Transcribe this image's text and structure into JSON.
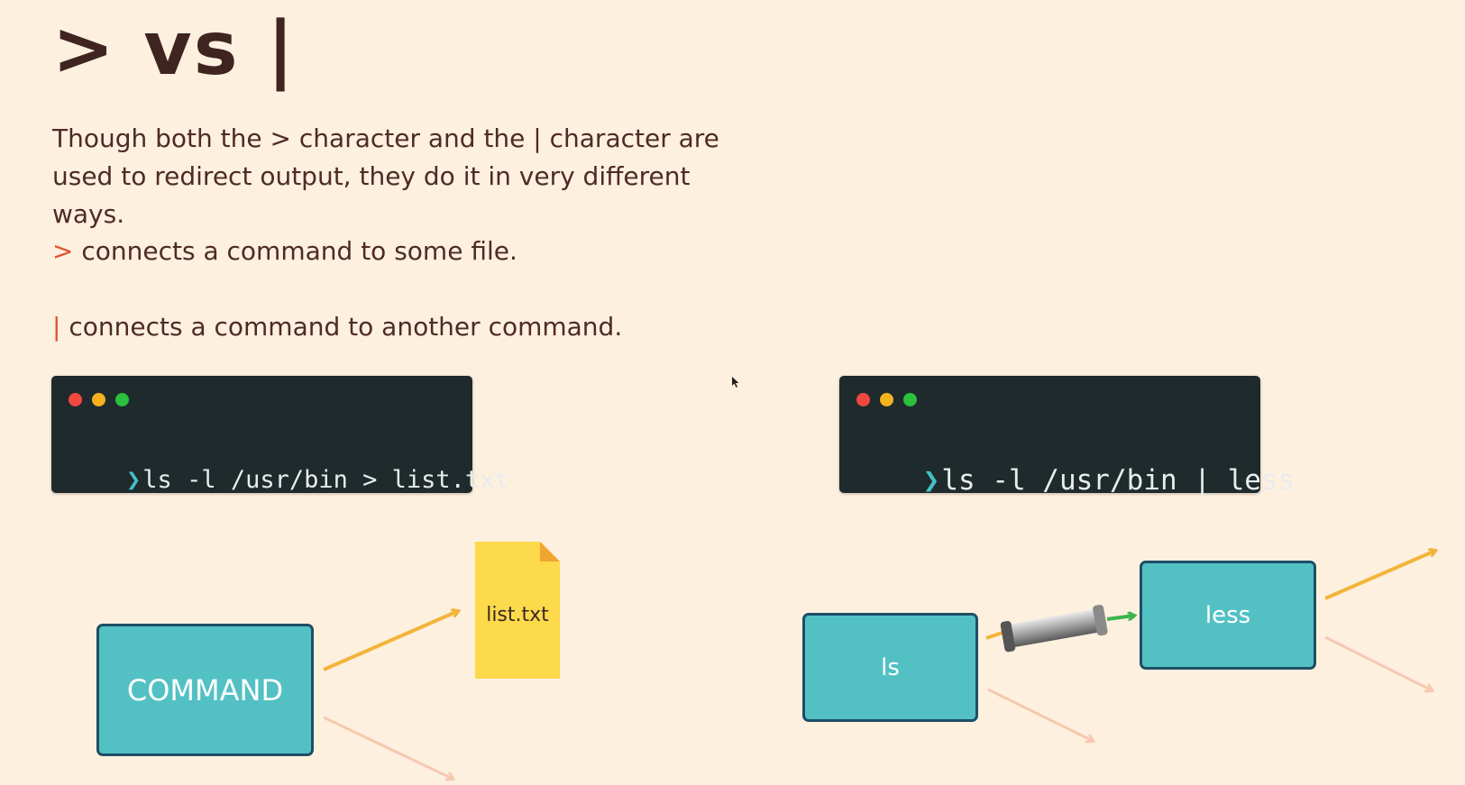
{
  "slide": {
    "title": "> vs |",
    "intro": "Though both the > character and the | character are used to redirect output, they do it in very different ways.",
    "gt_line": {
      "symbol": ">",
      "text": " connects a command to some file."
    },
    "pipe_line": {
      "symbol": "|",
      "text": " connects a command to another command."
    }
  },
  "terminals": {
    "left": {
      "prompt_icon": "chevron-right-icon",
      "command": "ls -l /usr/bin > list.txt"
    },
    "right": {
      "prompt_icon": "chevron-right-icon",
      "command": "ls -l /usr/bin | less"
    }
  },
  "diagram_left": {
    "command_box": "COMMAND",
    "file_label": "list.txt"
  },
  "diagram_right": {
    "source_box": "ls",
    "target_box": "less"
  },
  "colors": {
    "background": "#fdf0df",
    "text": "#4e2b25",
    "accent": "#e0542f",
    "terminal_bg": "#1f2a2d",
    "box_fill": "#53c1c3",
    "box_border": "#1f4e66",
    "file_yellow": "#fdd94c",
    "stdout_arrow": "#f3b43a",
    "stderr_arrow": "#f6c8b0",
    "pipe_arrow": "#3bb54a"
  }
}
